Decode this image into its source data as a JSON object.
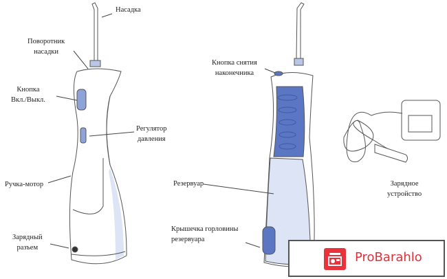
{
  "labels": {
    "nozzle": "Насадка",
    "nozzle_rotator": [
      "Поворотник",
      "насадки"
    ],
    "power_button": [
      "Кнопка",
      "Вкл./Выкл."
    ],
    "pressure_control": [
      "Регулятор",
      "давления"
    ],
    "motor_handle": "Ручка-мотор",
    "charging_port": [
      "Зарядный",
      "разъем"
    ],
    "tip_release_button": [
      "Кнопка снятия",
      "наконечника"
    ],
    "reservoir": "Резервуар",
    "reservoir_cap": [
      "Крышечка горловины",
      "резервуара"
    ],
    "charger": [
      "Зарядное",
      "устройство"
    ]
  },
  "watermark": {
    "text": "ProBarahlo",
    "color": "#e0303a"
  },
  "colors": {
    "accent_blue": "#5b77c4",
    "light_blue": "#dde4f5",
    "outline": "#555555"
  }
}
